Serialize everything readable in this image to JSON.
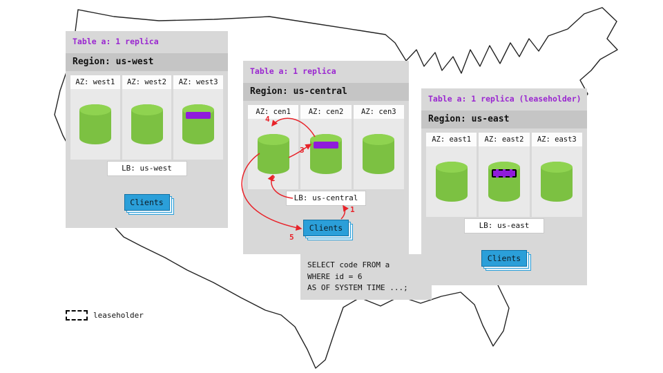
{
  "legend": {
    "label": "leaseholder"
  },
  "sql_query": {
    "lines": [
      "SELECT code FROM a",
      "WHERE id = 6",
      "AS OF SYSTEM TIME ...;"
    ]
  },
  "arrows": {
    "labels": [
      "1",
      "2",
      "3",
      "4",
      "5"
    ]
  },
  "colors": {
    "replica_green": "#7cc142",
    "replica_purple": "#8f1bdb",
    "arrow_red": "#e8232a",
    "clients_blue": "#2b9fd9",
    "title_purple": "#9a27d0",
    "panel_gray": "#d8d8d8"
  },
  "regions": [
    {
      "table_label": "Table a: 1 replica",
      "region_label": "Region: us-west",
      "lb_label": "LB: us-west",
      "clients_label": "Clients",
      "azs": [
        {
          "label": "AZ: west1",
          "replica": false
        },
        {
          "label": "AZ: west2",
          "replica": false
        },
        {
          "label": "AZ: west3",
          "replica": true,
          "leaseholder": false
        }
      ]
    },
    {
      "table_label": "Table a: 1 replica",
      "region_label": "Region: us-central",
      "lb_label": "LB: us-central",
      "clients_label": "Clients",
      "azs": [
        {
          "label": "AZ: cen1",
          "replica": false
        },
        {
          "label": "AZ: cen2",
          "replica": true,
          "leaseholder": false
        },
        {
          "label": "AZ: cen3",
          "replica": false
        }
      ]
    },
    {
      "table_label": "Table a: 1 replica (leaseholder)",
      "region_label": "Region: us-east",
      "lb_label": "LB: us-east",
      "clients_label": "Clients",
      "azs": [
        {
          "label": "AZ: east1",
          "replica": false
        },
        {
          "label": "AZ: east2",
          "replica": true,
          "leaseholder": true
        },
        {
          "label": "AZ: east3",
          "replica": false
        }
      ]
    }
  ]
}
